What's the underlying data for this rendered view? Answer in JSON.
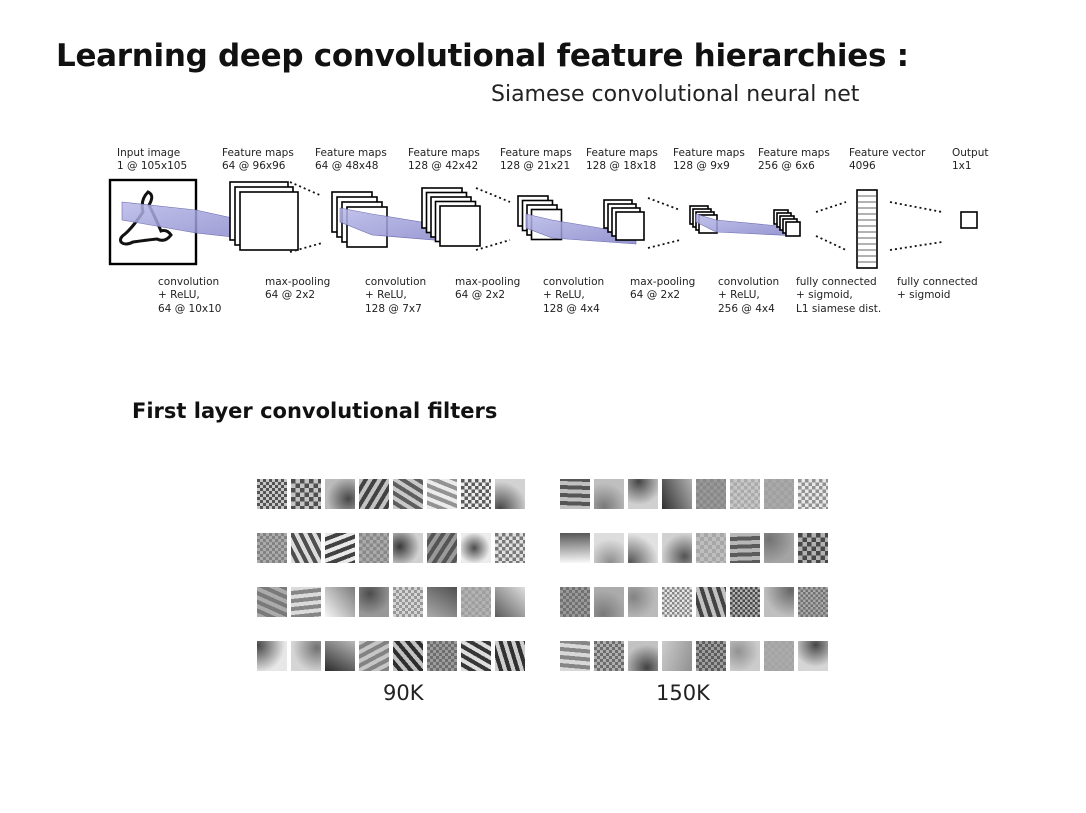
{
  "slide": {
    "title": "Learning deep convolutional feature hierarchies :",
    "subtitle": "Siamese convolutional neural net"
  },
  "architecture": {
    "stages": [
      {
        "name": "Input image",
        "shape": "1 @ 105x105"
      },
      {
        "name": "Feature maps",
        "shape": "64 @ 96x96"
      },
      {
        "name": "Feature maps",
        "shape": "64 @ 48x48"
      },
      {
        "name": "Feature maps",
        "shape": "128 @ 42x42"
      },
      {
        "name": "Feature maps",
        "shape": "128 @ 21x21"
      },
      {
        "name": "Feature maps",
        "shape": "128 @ 18x18"
      },
      {
        "name": "Feature maps",
        "shape": "128 @ 9x9"
      },
      {
        "name": "Feature maps",
        "shape": "256 @ 6x6"
      },
      {
        "name": "Feature vector",
        "shape": "4096"
      },
      {
        "name": "Output",
        "shape": "1x1"
      }
    ],
    "operations": [
      {
        "op": "convolution",
        "detail1": "+ ReLU,",
        "detail2": "64 @ 10x10"
      },
      {
        "op": "max-pooling",
        "detail1": "64 @ 2x2",
        "detail2": ""
      },
      {
        "op": "convolution",
        "detail1": "+ ReLU,",
        "detail2": "128 @ 7x7"
      },
      {
        "op": "max-pooling",
        "detail1": "64 @ 2x2",
        "detail2": ""
      },
      {
        "op": "convolution",
        "detail1": "+ ReLU,",
        "detail2": "128 @ 4x4"
      },
      {
        "op": "max-pooling",
        "detail1": "64 @ 2x2",
        "detail2": ""
      },
      {
        "op": "convolution",
        "detail1": "+ ReLU,",
        "detail2": "256 @ 4x4"
      },
      {
        "op": "fully connected",
        "detail1": "+ sigmoid,",
        "detail2": "L1 siamese dist."
      },
      {
        "op": "fully connected",
        "detail1": "+ sigmoid",
        "detail2": ""
      }
    ],
    "colors": {
      "projection": "#9a9ad8",
      "outline": "#000000"
    }
  },
  "filters": {
    "section_title": "First layer convolutional filters",
    "grids": [
      {
        "label": "90K",
        "rows": 4,
        "cols": 8
      },
      {
        "label": "150K",
        "rows": 4,
        "cols": 8
      }
    ]
  }
}
